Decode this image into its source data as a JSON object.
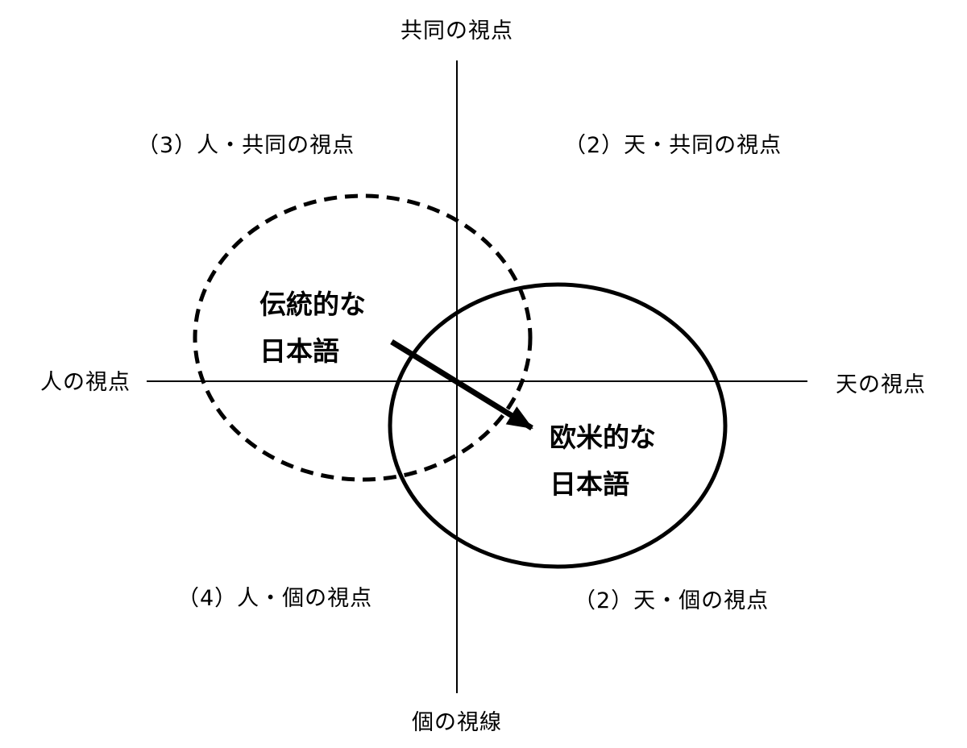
{
  "axes": {
    "top": "共同の視点",
    "bottom": "個の視線",
    "left": "人の視点",
    "right": "天の視点"
  },
  "quadrants": {
    "top_left": "（3）人・共同の視点",
    "top_right": "（2）天・共同の視点",
    "bottom_left": "（4）人・個の視点",
    "bottom_right": "（2）天・個の視点"
  },
  "circles": {
    "traditional": {
      "line1": "伝統的な",
      "line2": "日本語",
      "style": "dashed"
    },
    "western": {
      "line1": "欧米的な",
      "line2": "日本語",
      "style": "solid"
    }
  },
  "arrow": {
    "from": "traditional",
    "to": "western"
  },
  "colors": {
    "line": "#000000",
    "background": "#ffffff"
  }
}
